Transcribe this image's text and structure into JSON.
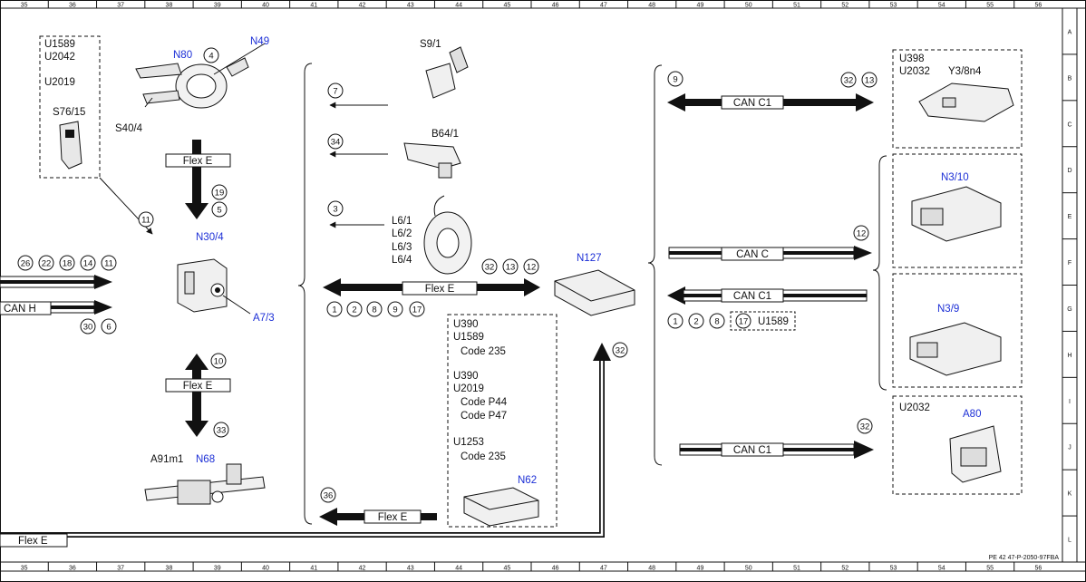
{
  "ruler": {
    "columns": [
      "35",
      "36",
      "37",
      "38",
      "39",
      "40",
      "41",
      "42",
      "43",
      "44",
      "45",
      "46",
      "47",
      "48",
      "49",
      "50",
      "51",
      "52",
      "53",
      "54",
      "55",
      "56"
    ],
    "rows": [
      "A",
      "B",
      "C",
      "D",
      "E",
      "F",
      "G",
      "H",
      "I",
      "J",
      "K",
      "L"
    ]
  },
  "doc_code": "PE 42 47-P-2050-97FBA",
  "left": {
    "box_codes": [
      "U1589",
      "U2042",
      "U2019",
      "S76/15"
    ],
    "S40_4": "S40/4",
    "N80": "N80",
    "N49": "N49",
    "c4": "4",
    "flexE_top": "Flex E",
    "c19": "19",
    "c5": "5",
    "c11": "11",
    "N30_4": "N30/4",
    "A7_3": "A7/3",
    "can_h": "CAN H",
    "left_circles": [
      "26",
      "22",
      "18",
      "14",
      "11"
    ],
    "c30": "30",
    "c6": "6",
    "c10": "10",
    "flexE_mid": "Flex E",
    "c33": "33",
    "A91m1": "A91m1",
    "N68": "N68",
    "flexE_bottom": "Flex E"
  },
  "middle": {
    "S9_1": "S9/1",
    "c7": "7",
    "B64_1": "B64/1",
    "c34": "34",
    "c3": "3",
    "L6": [
      "L6/1",
      "L6/2",
      "L6/3",
      "L6/4"
    ],
    "flexE": "Flex E",
    "flex_circles_top": [
      "32",
      "13",
      "12"
    ],
    "flex_circles_bottom": [
      "1",
      "2",
      "8",
      "9",
      "17"
    ],
    "code_box": [
      "U390",
      "U1589",
      "Code 235",
      "U390",
      "U2019",
      "Code P44",
      "Code P47",
      "U1253",
      "Code 235"
    ],
    "N62": "N62",
    "c36": "36",
    "flexE_lower": "Flex E",
    "N127": "N127",
    "c32": "32"
  },
  "right": {
    "c9": "9",
    "can_c1_top": "CAN C1",
    "c32a": "32",
    "c13": "13",
    "box1_codes": [
      "U398",
      "U2032"
    ],
    "Y3_8n4": "Y3/8n4",
    "N3_10": "N3/10",
    "c12": "12",
    "can_c": "CAN C",
    "can_c1_mid": "CAN C1",
    "mid_circles": [
      "1",
      "2",
      "8",
      "17"
    ],
    "U1589": "U1589",
    "N3_9": "N3/9",
    "U2032": "U2032",
    "A80": "A80",
    "c32b": "32",
    "can_c1_bottom": "CAN C1"
  },
  "colors": {
    "ink": "#111111",
    "designator_blue": "#1c2fd6"
  }
}
